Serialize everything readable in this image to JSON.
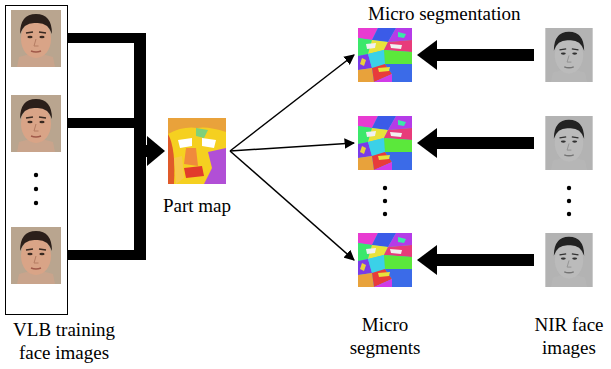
{
  "diagram": {
    "nodes": [
      {
        "text": [
          "VLB training face images"
        ]
      },
      {
        "text": [
          "Part map"
        ]
      },
      {
        "text": [
          "Micro segmentation",
          "Micro segments"
        ]
      },
      {
        "text": [
          "NIR face images"
        ]
      }
    ],
    "edges": [
      {
        "from": 0,
        "to": 1,
        "arrow": "to"
      },
      {
        "from": 1,
        "to": 2,
        "arrow": "to"
      },
      {
        "from": 3,
        "to": 2,
        "arrow": "to"
      }
    ]
  }
}
